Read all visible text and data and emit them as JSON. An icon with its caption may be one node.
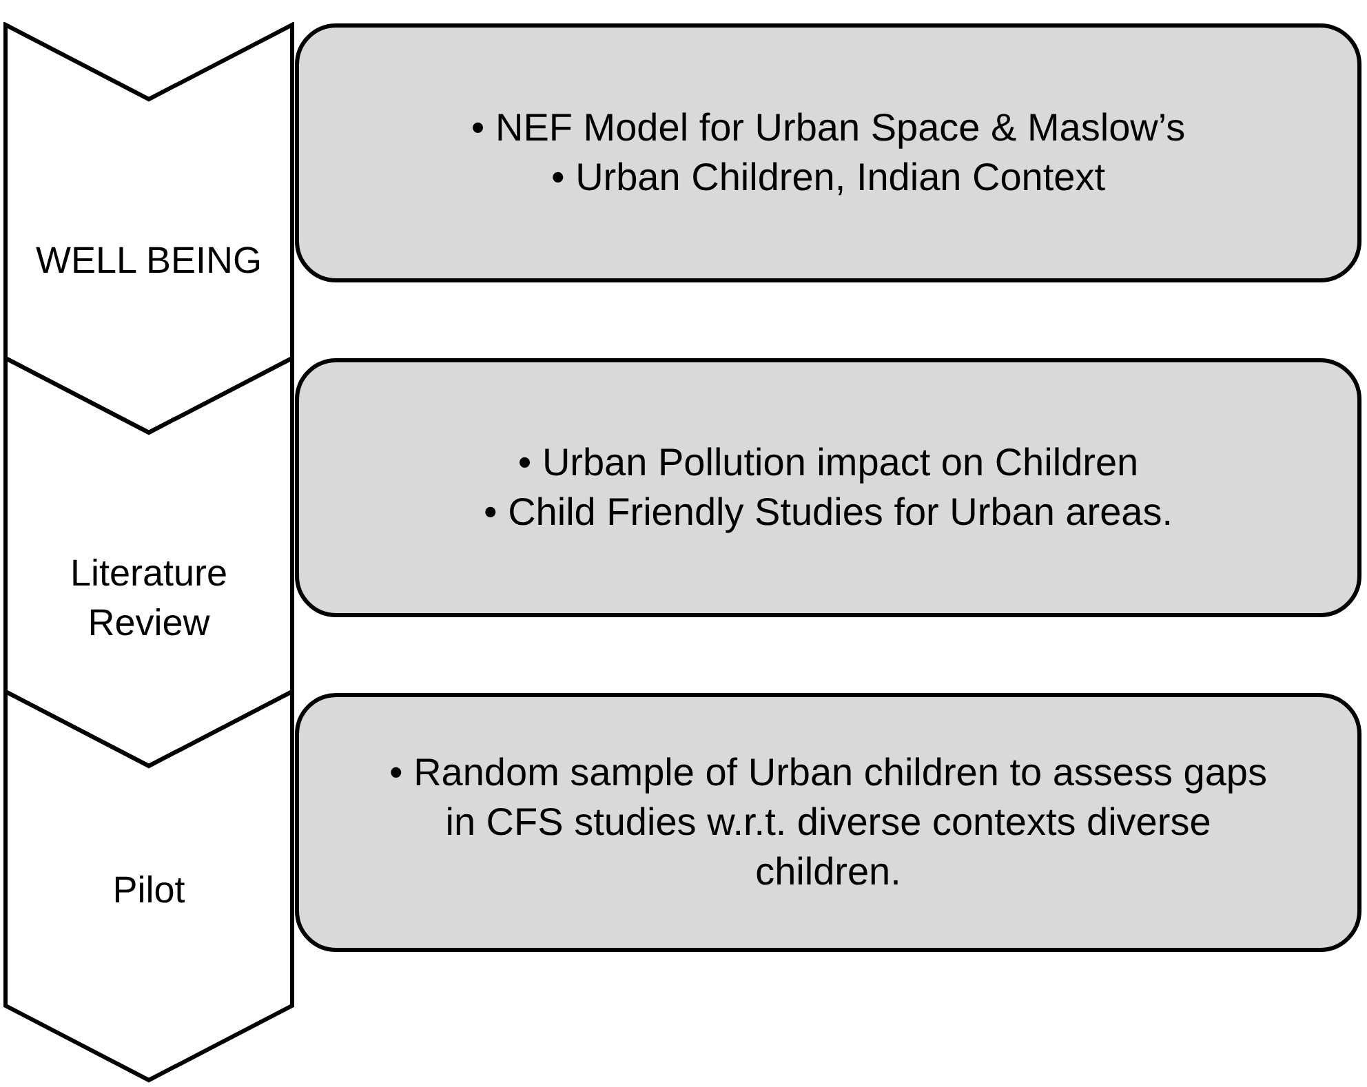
{
  "diagram": {
    "nodes": [
      {
        "text": [
          "WELL BEING"
        ]
      },
      {
        "text": [
          "• NEF Model for Urban Space & Maslow’s",
          "• Urban Children, Indian Context"
        ]
      },
      {
        "text": [
          "Literature Review"
        ]
      },
      {
        "text": [
          "• Urban Pollution impact on Children",
          "• Child Friendly Studies for Urban areas."
        ]
      },
      {
        "text": [
          "Pilot"
        ]
      },
      {
        "text": [
          "• Random sample of Urban children to assess gaps in CFS studies w.r.t. diverse contexts diverse children."
        ]
      }
    ]
  }
}
